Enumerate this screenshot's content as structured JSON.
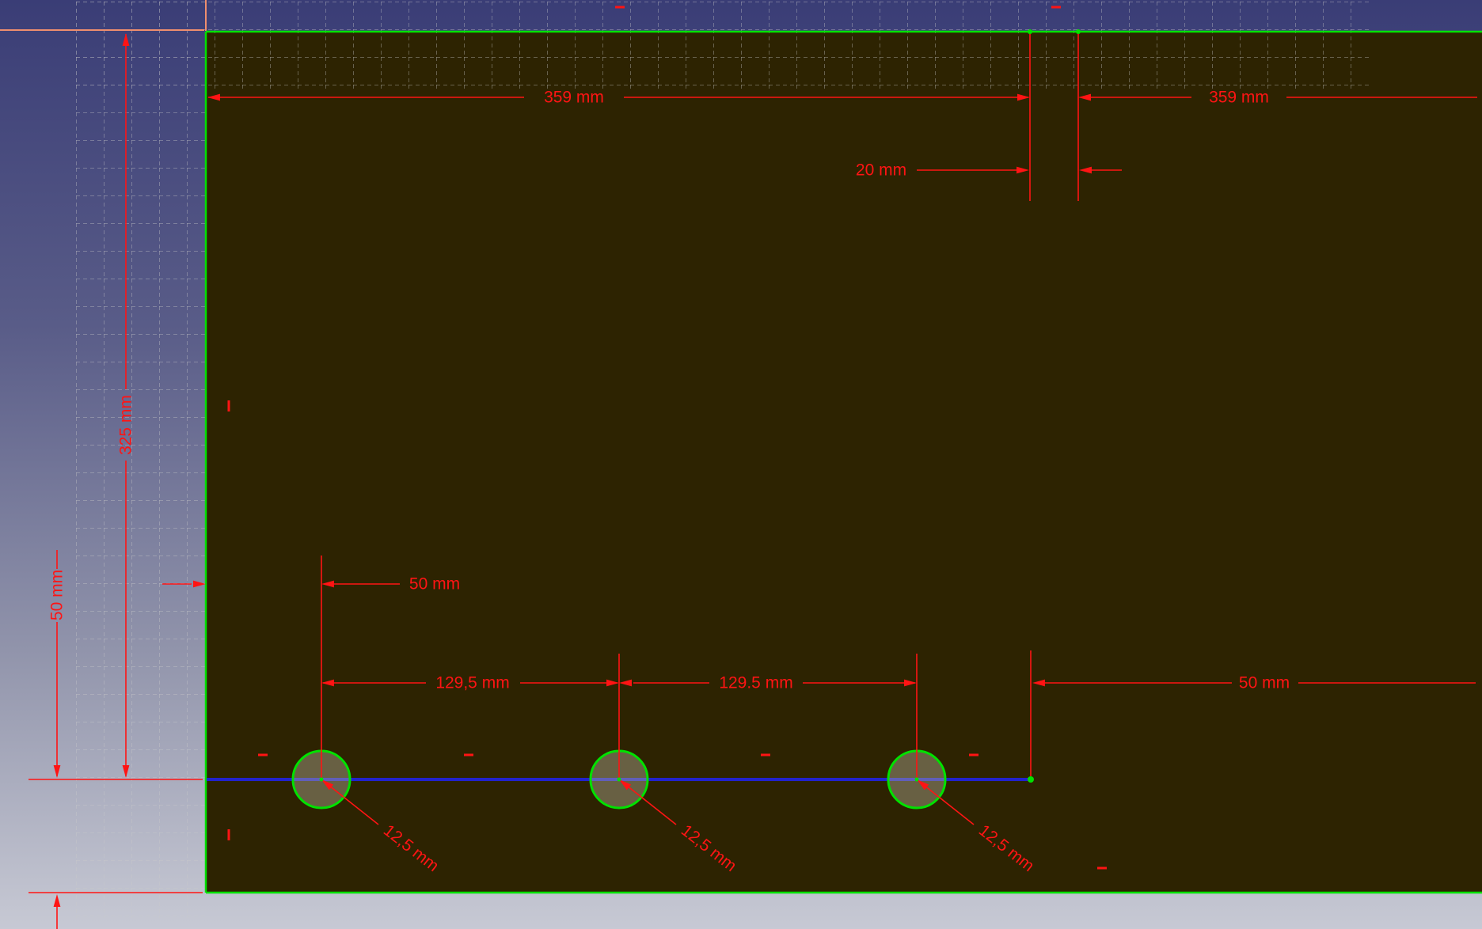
{
  "viewport": {
    "type": "cad-sketch-editor",
    "hole_count": 3
  },
  "dimensions": {
    "width_left": "359 mm",
    "width_right": "359 mm",
    "hole_gap": "20 mm",
    "height": "325 mm",
    "bottom_offset": "50 mm",
    "first_hole_offset": "50 mm",
    "hole_spacing_1": "129,5 mm",
    "hole_spacing_2": "129.5 mm",
    "last_hole_offset": "50 mm",
    "hole_radius_1": "12,5 mm",
    "hole_radius_2": "12,5 mm",
    "hole_radius_3": "12,5 mm"
  },
  "colors": {
    "background_top": "#3a3d76",
    "background_bottom": "#c7c9d4",
    "face": "#2d2301",
    "edge_green": "#00e100",
    "construction_blue": "#2222cc",
    "dimension_red": "#ff1414",
    "axis_salmon": "#ef8e6e",
    "grid": "#c9c9c9"
  }
}
